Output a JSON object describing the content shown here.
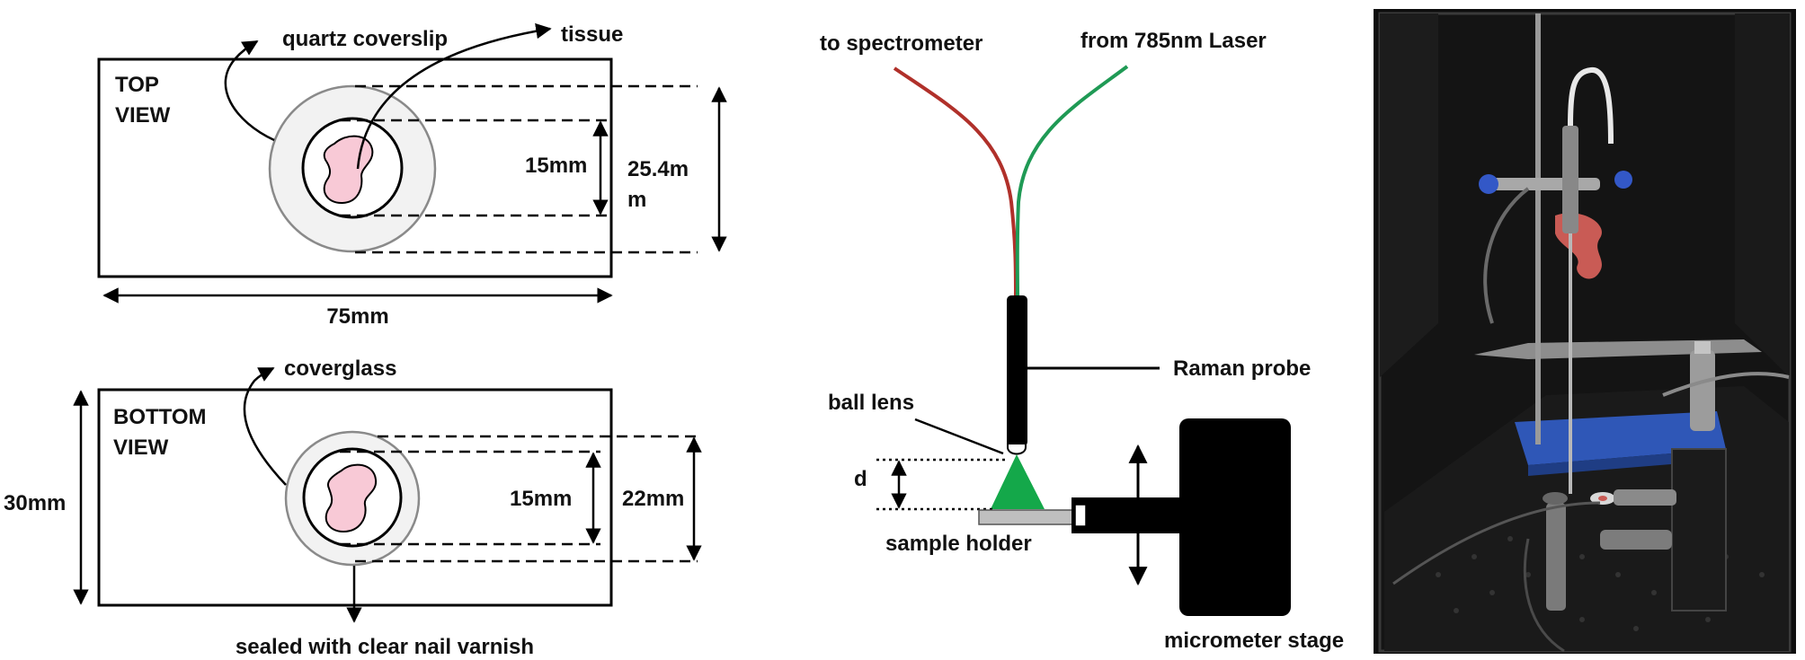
{
  "top_view": {
    "title_line1": "TOP",
    "title_line2": "VIEW",
    "quartz_coverslip_label": "quartz coverslip",
    "tissue_label": "tissue",
    "inner_dim_label": "15mm",
    "outer_dim_line1": "25.4m",
    "outer_dim_line2": "m",
    "width_label": "75mm"
  },
  "bottom_view": {
    "title_line1": "BOTTOM",
    "title_line2": "VIEW",
    "coverglass_label": "coverglass",
    "height_label": "30mm",
    "inner_dim_label": "15mm",
    "outer_dim_label": "22mm",
    "sealed_label": "sealed with clear nail varnish"
  },
  "probe_setup": {
    "to_spectrometer_label": "to spectrometer",
    "from_laser_label": "from 785nm Laser",
    "raman_probe_label": "Raman probe",
    "ball_lens_label": "ball lens",
    "distance_label": "d",
    "sample_holder_label": "sample holder",
    "micrometer_stage_label": "micrometer stage"
  },
  "colors": {
    "spectrometer_fiber": "#b0302a",
    "laser_fiber": "#1f9a55",
    "laser_beam": "#14a84a",
    "tissue_fill": "#f8c9d6",
    "coverslip_fill": "#f2f2f2",
    "stage_fill": "#000000",
    "photo_background": "#0e0e0e",
    "photo_base": "#2f57b7",
    "photo_clamp": "#c95b55",
    "photo_knob": "#3358c7"
  }
}
